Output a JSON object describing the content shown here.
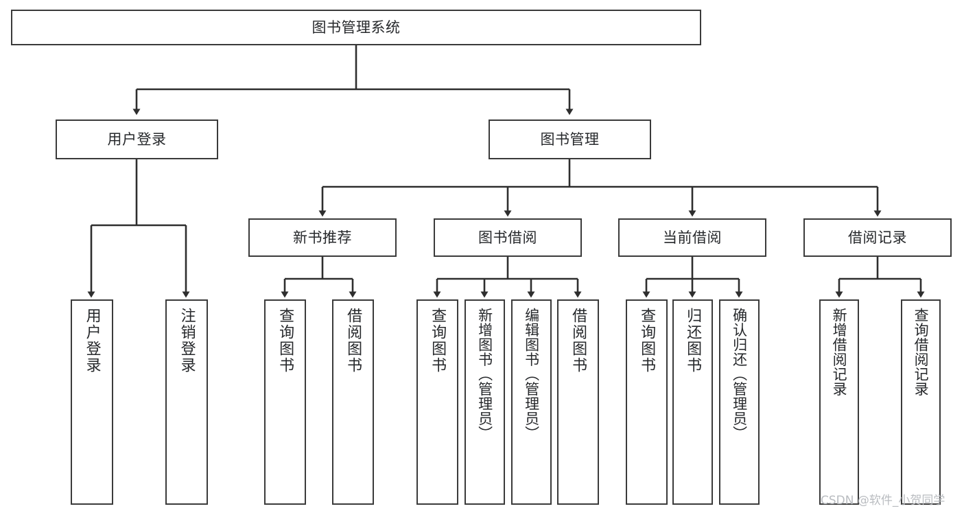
{
  "diagram": {
    "title": "图书管理系统",
    "type": "functional-structure-tree",
    "watermark": "CSDN @软件_小贺同学",
    "colors": {
      "node_border": "#3a3a3a",
      "node_fill": "#ffffff",
      "edge": "#2e2e2e",
      "text": "#26282b",
      "watermark": "#b9bcc0",
      "background": "#ffffff"
    },
    "root": {
      "label": "图书管理系统"
    },
    "level2": [
      {
        "id": "user-login",
        "label": "用户登录"
      },
      {
        "id": "book-management",
        "label": "图书管理"
      }
    ],
    "level3": [
      {
        "id": "new-book-recommend",
        "label": "新书推荐",
        "parent": "book-management"
      },
      {
        "id": "book-borrow",
        "label": "图书借阅",
        "parent": "book-management"
      },
      {
        "id": "current-borrow",
        "label": "当前借阅",
        "parent": "book-management"
      },
      {
        "id": "borrow-record",
        "label": "借阅记录",
        "parent": "book-management"
      }
    ],
    "leaves": {
      "user_login": [
        {
          "id": "leaf-user-login",
          "label": "用户登录"
        },
        {
          "id": "leaf-logout",
          "label": "注销登录"
        }
      ],
      "new_book_recommend": [
        {
          "id": "leaf-query-book-1",
          "label": "查询图书"
        },
        {
          "id": "leaf-borrow-book-1",
          "label": "借阅图书"
        }
      ],
      "book_borrow": [
        {
          "id": "leaf-query-book-2",
          "label": "查询图书"
        },
        {
          "id": "leaf-add-book",
          "label": "新增图书（管理员）"
        },
        {
          "id": "leaf-edit-book",
          "label": "编辑图书（管理员）"
        },
        {
          "id": "leaf-borrow-book-2",
          "label": "借阅图书"
        }
      ],
      "current_borrow": [
        {
          "id": "leaf-query-book-3",
          "label": "查询图书"
        },
        {
          "id": "leaf-return-book",
          "label": "归还图书"
        },
        {
          "id": "leaf-confirm-return",
          "label": "确认归还（管理员）"
        }
      ],
      "borrow_record": [
        {
          "id": "leaf-add-record",
          "label": "新增借阅记录"
        },
        {
          "id": "leaf-query-record",
          "label": "查询借阅记录"
        }
      ]
    }
  }
}
